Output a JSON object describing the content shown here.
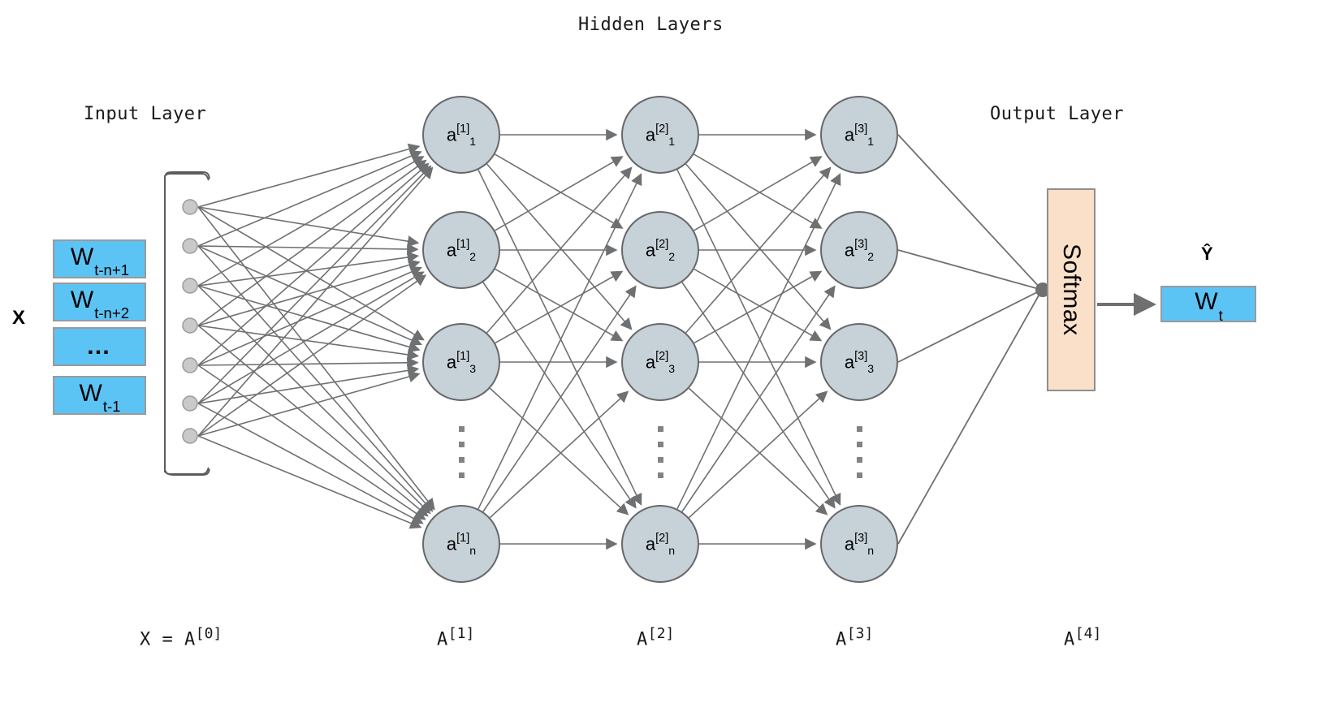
{
  "titles": {
    "hidden_layers": "Hidden Layers",
    "input_layer": "Input Layer",
    "output_layer": "Output Layer"
  },
  "input": {
    "vector_label": "X",
    "boxes": [
      {
        "base": "W",
        "sub": "t-n+1"
      },
      {
        "base": "W",
        "sub": "t-n+2"
      },
      {
        "base": "…",
        "sub": ""
      },
      {
        "base": "W",
        "sub": "t-1"
      }
    ],
    "node_count": 7
  },
  "hidden_layers": [
    {
      "index": "[1]",
      "neurons": [
        {
          "base": "a",
          "sup": "[1]",
          "sub": "1"
        },
        {
          "base": "a",
          "sup": "[1]",
          "sub": "2"
        },
        {
          "base": "a",
          "sup": "[1]",
          "sub": "3"
        },
        {
          "base": "a",
          "sup": "[1]",
          "sub": "n"
        }
      ],
      "ellipsis_dots": 4
    },
    {
      "index": "[2]",
      "neurons": [
        {
          "base": "a",
          "sup": "[2]",
          "sub": "1"
        },
        {
          "base": "a",
          "sup": "[2]",
          "sub": "2"
        },
        {
          "base": "a",
          "sup": "[2]",
          "sub": "3"
        },
        {
          "base": "a",
          "sup": "[2]",
          "sub": "n"
        }
      ],
      "ellipsis_dots": 4
    },
    {
      "index": "[3]",
      "neurons": [
        {
          "base": "a",
          "sup": "[3]",
          "sup_text": "[3]",
          "sub": "1"
        },
        {
          "base": "a",
          "sup": "[3]",
          "sub": "2"
        },
        {
          "base": "a",
          "sup": "[3]",
          "sub": "3"
        },
        {
          "base": "a",
          "sup": "[3]",
          "sub": "n"
        }
      ],
      "ellipsis_dots": 4
    }
  ],
  "softmax": {
    "label": "Softmax"
  },
  "output": {
    "yhat": "Ŷ",
    "box": {
      "base": "W",
      "sub": "t"
    }
  },
  "bottom_labels": [
    {
      "text": "X = A",
      "sup": "[0]"
    },
    {
      "text": "A",
      "sup": "[1]"
    },
    {
      "text": "A",
      "sup": "[2]"
    },
    {
      "text": "A",
      "sup": "[3]"
    },
    {
      "text": "A",
      "sup": "[4]"
    }
  ],
  "colors": {
    "input_box": "#5cc4f5",
    "neuron_fill": "#c7d1d8",
    "neuron_stroke": "#66686b",
    "softmax_fill": "#fae0c8",
    "wire": "#6e7072",
    "input_node": "#c9c9c9"
  }
}
